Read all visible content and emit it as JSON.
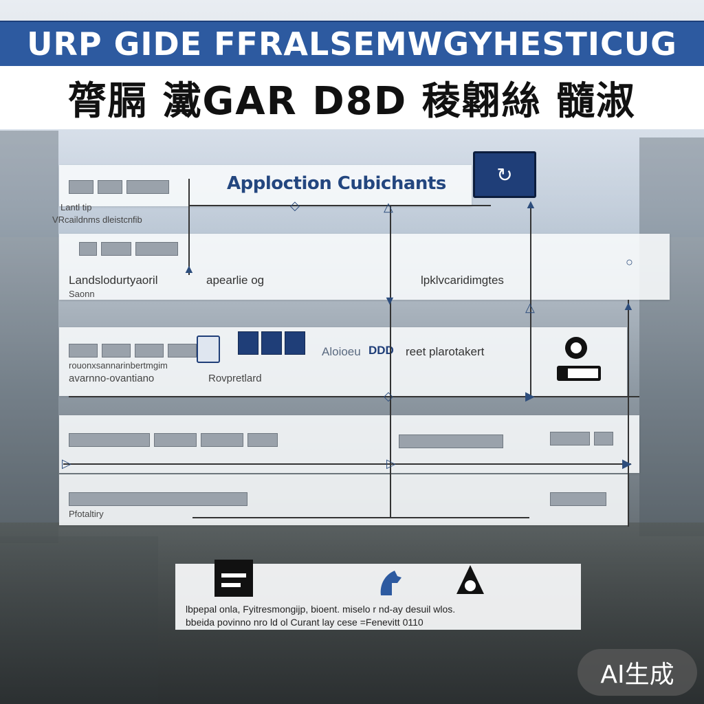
{
  "header": {
    "title": "URP GIDE FFRALSEMWGYHESTICUG",
    "subtitle": "膂膈 瀻GAR D8D 稜翺絲 髓淑"
  },
  "panels": {
    "p1": {
      "heading": "Apploction Cubichants",
      "label_a": "Lantl tip",
      "label_b": "VRcaildnms dleistcnfib"
    },
    "p2": {
      "label_a": "Landslodurtyaoril",
      "label_b": "Saonn",
      "label_c": "apearlie og",
      "label_d": "lpklvcaridimgtes"
    },
    "p3": {
      "label_a": "rouonxsannarinbertmgim",
      "label_b": "avarnno-ovantiano",
      "label_c": "Rovpretlard",
      "label_d": "Aloioeu",
      "label_e": "DDD",
      "label_f": "reet plarotakert"
    },
    "p5": {
      "label_a": "Pfotaltiry"
    },
    "bottom": {
      "line_1": "lbpepal onla, Fyitresmongijp, bioent. miselo r nd-ay desuil wlos.",
      "line_2": "bbeida povinno nro ld ol Curant lay cese =Fenevitt 0110"
    }
  },
  "badge": {
    "text": "AI生成"
  },
  "colors": {
    "banner": "#2d5aa0",
    "accent_dark": "#1f3e78"
  }
}
